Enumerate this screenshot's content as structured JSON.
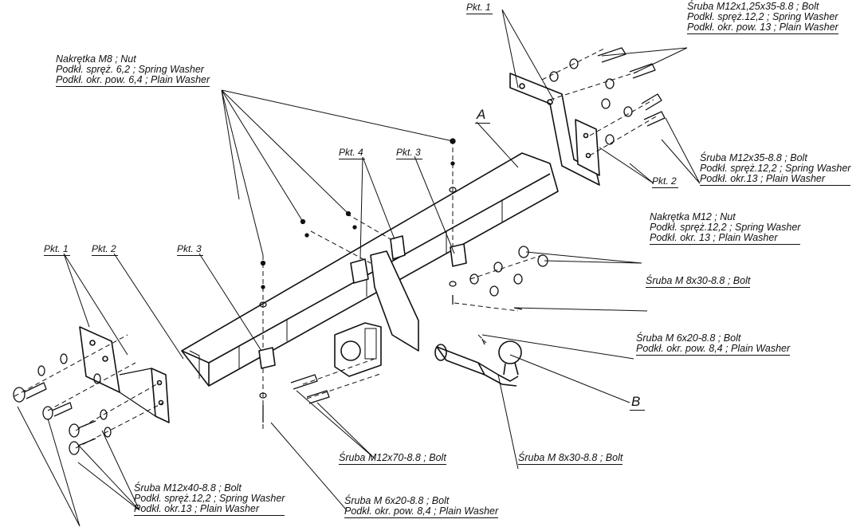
{
  "callouts": {
    "nut_m8": [
      "Nakrętka  M8 ; Nut",
      "Podkł. spręż. 6,2 ; Spring Washer",
      "Podkł. okr. pow. 6,4 ; Plain Washer"
    ],
    "bolt_m12x125": [
      "Śruba M12x1,25x35-8.8 ;  Bolt",
      "Podkł. spręż.12,2 ; Spring Washer",
      "Podkł. okr. pow. 13 ; Plain Washer"
    ],
    "bolt_m12x35": [
      "Śruba M12x35-8.8 ;  Bolt",
      "Podkł. spręż.12,2 ; Spring Washer",
      "Podkł. okr.13 ; Plain Washer"
    ],
    "nut_m12": [
      "Nakrętka  M12 ; Nut",
      "Podkł. spręż.12,2 ; Spring Washer",
      "Podkł. okr. 13 ; Plain Washer"
    ],
    "bolt_m8x30_right": [
      "Śruba M 8x30-8.8 ;  Bolt"
    ],
    "bolt_m6x20_right": [
      "Śruba M 6x20-8.8 ;  Bolt",
      "Podkł. okr. pow. 8,4 ; Plain Washer"
    ],
    "bolt_m12x70": [
      "Śruba M12x70-8.8 ;  Bolt"
    ],
    "bolt_m8x30_bottom": [
      "Śruba M 8x30-8.8 ;  Bolt"
    ],
    "bolt_m12x40": [
      "Śruba M12x40-8.8 ;  Bolt",
      "Podkł. spręż.12,2 ; Spring Washer",
      "Podkł. okr.13 ; Plain Washer"
    ],
    "bolt_m6x20_bottom": [
      "Śruba M 6x20-8.8 ;  Bolt",
      "Podkł. okr. pow. 8,4 ; Plain Washer"
    ]
  },
  "points": {
    "pkt1_top": "Pkt. 1",
    "pkt2_right": "Pkt. 2",
    "pkt4": "Pkt. 4",
    "pkt3_center": "Pkt. 3",
    "pkt1_left": "Pkt. 1",
    "pkt2_left": "Pkt. 2",
    "pkt3_left": "Pkt. 3"
  },
  "letters": {
    "a": "A",
    "b": "B"
  },
  "colors": {
    "ink": "#111111",
    "background": "#ffffff"
  }
}
